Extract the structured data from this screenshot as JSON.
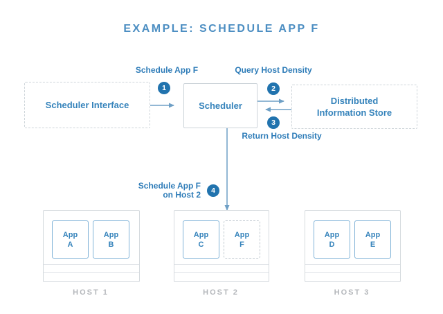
{
  "title": "EXAMPLE: SCHEDULE APP F",
  "nodes": {
    "scheduler_interface": {
      "label": "Scheduler Interface"
    },
    "scheduler": {
      "label": "Scheduler"
    },
    "distributed_store": {
      "line1": "Distributed",
      "line2": "Information Store"
    }
  },
  "steps": [
    {
      "num": "1",
      "label": "Schedule App F"
    },
    {
      "num": "2",
      "label": "Query Host Density"
    },
    {
      "num": "3",
      "label": "Return Host Density"
    },
    {
      "num": "4",
      "line1": "Schedule App F",
      "line2": "on Host 2"
    }
  ],
  "hosts": [
    {
      "label": "HOST 1",
      "apps": [
        {
          "name": "App",
          "letter": "A"
        },
        {
          "name": "App",
          "letter": "B"
        }
      ]
    },
    {
      "label": "HOST 2",
      "apps": [
        {
          "name": "App",
          "letter": "C"
        },
        {
          "name": "App",
          "letter": "F"
        }
      ]
    },
    {
      "label": "HOST 3",
      "apps": [
        {
          "name": "App",
          "letter": "D"
        },
        {
          "name": "App",
          "letter": "E"
        }
      ]
    }
  ],
  "colors": {
    "title_blue": "#4c8ec2",
    "label_blue": "#2e7cb8",
    "node_text_blue": "#3583bb",
    "badge_blue": "#2173ae",
    "arrow_blue": "#6e9fc5",
    "dashed_border_gray": "#cdd4d9",
    "host_border_gray": "#d5dade",
    "app_border_blue": "#7fb2d7",
    "host_label_gray": "#b4b7bb"
  }
}
